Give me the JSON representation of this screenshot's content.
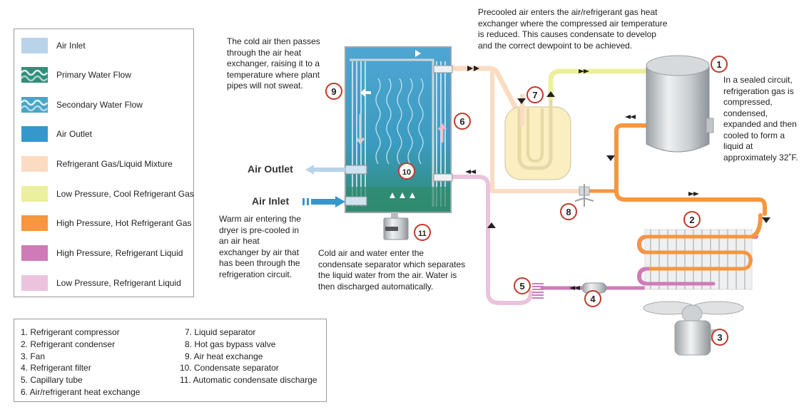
{
  "legend": [
    {
      "label": "Air Inlet",
      "color": "#b8d3ea",
      "pattern": "solid"
    },
    {
      "label": "Primary Water Flow",
      "color": "#2f8f7a",
      "pattern": "waves"
    },
    {
      "label": "Secondary Water Flow",
      "color": "#4aa4c7",
      "pattern": "waves"
    },
    {
      "label": "Air Outlet",
      "color": "#3597cc",
      "pattern": "solid"
    },
    {
      "label": "Refrigerant Gas/Liquid Mixture",
      "color": "#fbdcc2",
      "pattern": "solid"
    },
    {
      "label": "Low Pressure, Cool Refrigerant Gas",
      "color": "#ecef9c",
      "pattern": "solid"
    },
    {
      "label": "High Pressure, Hot Refrigerant Gas",
      "color": "#f6963f",
      "pattern": "solid"
    },
    {
      "label": "High Pressure, Refrigerant Liquid",
      "color": "#cf7bb9",
      "pattern": "solid"
    },
    {
      "label": "Low Pressure, Refrigerant Liquid",
      "color": "#ebc3dc",
      "pattern": "solid"
    }
  ],
  "parts": [
    "1. Refrigerant compressor",
    "2. Refrigerant condenser",
    "3. Fan",
    "4. Refrigerant filter",
    "5. Capillary tube",
    "6. Air/refrigerant heat exchange",
    "7. Liquid separator",
    "8. Hot gas bypass valve",
    "9. Air heat exchange",
    "10. Condensate separator",
    "11. Automatic condensate discharge"
  ],
  "notes": {
    "cold_air": "The cold air then passes through the air heat exchanger, raising it to a temperature where plant pipes will not sweat.",
    "precooled": "Precooled air enters the air/refrigerant gas heat exchanger where the compressed air temperature is reduced. This causes condensate to develop and the correct dewpoint to be achieved.",
    "sealed": "In a sealed circuit, refrigeration gas is compressed, condensed, expanded and then cooled to form a liquid at approximately 32˚F.",
    "warm_air": "Warm air entering the dryer is pre-cooled in an air heat exchanger by air that has been through the refrigeration circuit.",
    "condensate": "Cold air and water enter the condensate separator which separates the liquid water from the air. Water is then discharged automatically."
  },
  "labels": {
    "air_outlet": "Air Outlet",
    "air_inlet": "Air Inlet"
  },
  "numbers": [
    "1",
    "2",
    "3",
    "4",
    "5",
    "6",
    "7",
    "8",
    "9",
    "10",
    "11"
  ]
}
